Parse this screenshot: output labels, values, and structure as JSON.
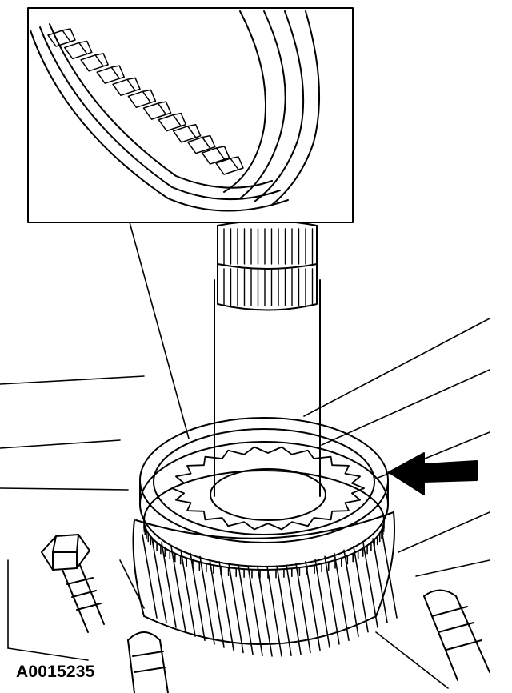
{
  "figure": {
    "id_label": "A0015235",
    "line_color": "#000000",
    "background": "#ffffff"
  },
  "parts": {
    "detail_view": "spline-teeth-closeup",
    "main_view": "synchronizer-ring-on-gear",
    "arrow": "direction-arrow"
  }
}
